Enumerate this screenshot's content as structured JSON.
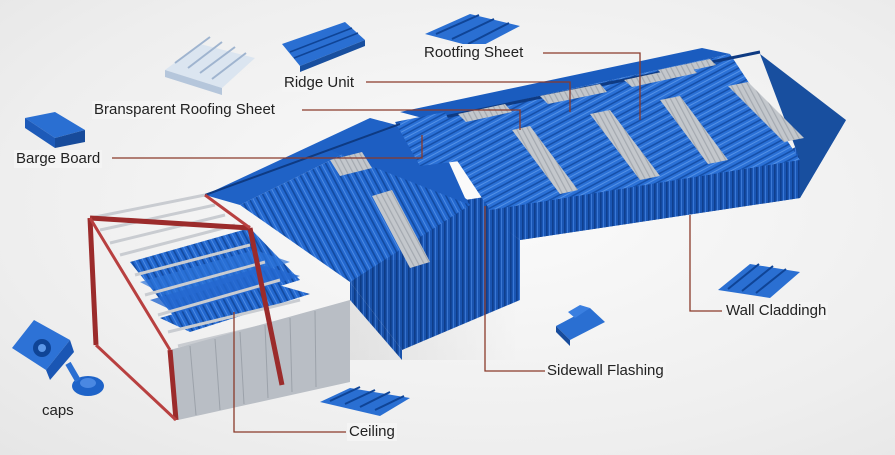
{
  "labels": {
    "roofing_sheet": "Rootfing Sheet",
    "ridge_unit": "Ridge Unit",
    "transparent_sheet": "Bransparent Roofing Sheet",
    "barge_board": "Barge Board",
    "wall_cladding": "Wall Claddingh",
    "sidewall_flashing": "Sidewall Flashing",
    "ceiling": "Ceiling",
    "caps": "caps"
  },
  "colors": {
    "roof_blue": "#1f63c8",
    "wall_blue": "#1a56b4",
    "skylight": "#c9cdd2",
    "frame_red": "#9b2b2b",
    "leader_line": "#8a3a2a",
    "background": "#f1f1f1"
  }
}
